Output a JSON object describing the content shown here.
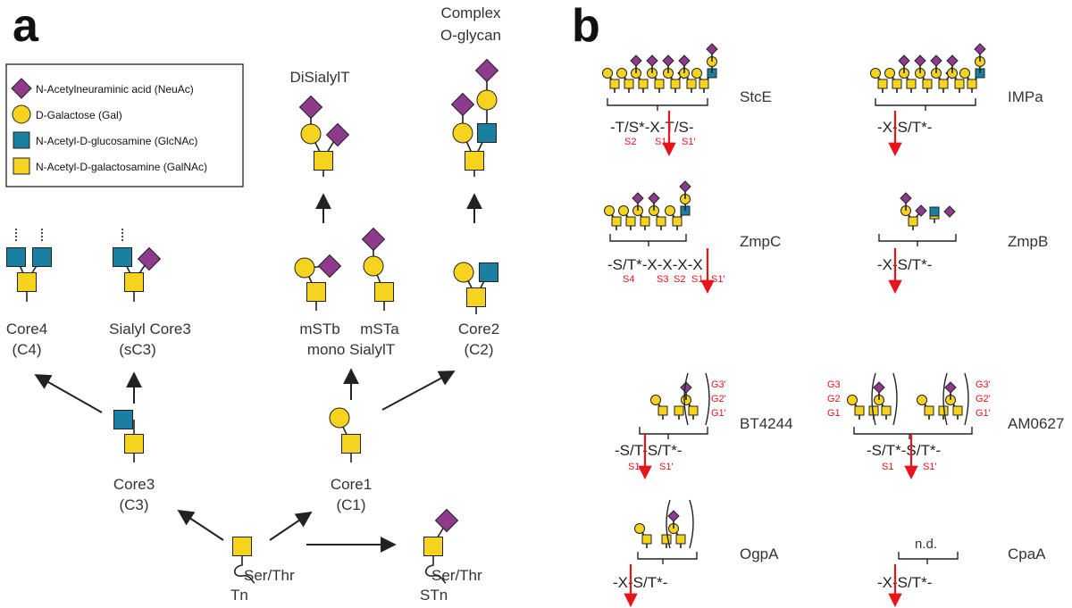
{
  "panels": {
    "a": "a",
    "b": "b"
  },
  "colors": {
    "neuac": "#8e3b8e",
    "gal": "#f5d31f",
    "glcnac": "#1a7fa1",
    "galnac": "#f5d31f",
    "cleavage_arrow": "#e8141c",
    "site_label": "#e8141c",
    "line": "#222222"
  },
  "legend": [
    {
      "symbol": "diamond-icon",
      "label": "N-Acetylneuraminic acid (NeuAc)"
    },
    {
      "symbol": "circle-icon",
      "label": "D-Galactose (Gal)"
    },
    {
      "symbol": "blue-square-icon",
      "label": "N-Acetyl-D-glucosamine (GlcNAc)"
    },
    {
      "symbol": "yellow-square-icon",
      "label": "N-Acetyl-D-galactosamine (GalNAc)"
    }
  ],
  "glycans": {
    "ser_thr": "Ser/Thr",
    "tn": "Tn",
    "stn": "STn",
    "core3": [
      "Core3",
      "(C3)"
    ],
    "core1": [
      "Core1",
      "(C1)"
    ],
    "core4": [
      "Core4",
      "(C4)"
    ],
    "sialyl_core3": [
      "Sialyl Core3",
      "(sC3)"
    ],
    "mono_sialylt": [
      "mSTb",
      "mSTa",
      "mono SialylT"
    ],
    "core2": [
      "Core2",
      "(C2)"
    ],
    "disialylt": "DiSialylT",
    "complex": [
      "Complex",
      "O-glycan"
    ]
  },
  "enzymes": {
    "stce": {
      "name": "StcE",
      "seq": "-T/S*-X-T/S-",
      "sites": [
        "S2",
        "S1",
        "S1'"
      ]
    },
    "impa": {
      "name": "IMPa",
      "seq": "-X-S/T*-",
      "sites": []
    },
    "zmpc": {
      "name": "ZmpC",
      "seq": "-S/T*-X-X-X-X",
      "sites": [
        "S4",
        "S3",
        "S2",
        "S1",
        "S1'"
      ]
    },
    "zmpb": {
      "name": "ZmpB",
      "seq": "-X-S/T*-",
      "sites": []
    },
    "bt4244": {
      "name": "BT4244",
      "seq": "-S/T-S/T*-",
      "sites": [
        "S1",
        "S1'"
      ],
      "branch": [
        "G3'",
        "G2'",
        "G1'"
      ]
    },
    "am0627": {
      "name": "AM0627",
      "seq": "-S/T*-S/T*-",
      "sites": [
        "S1",
        "S1'"
      ],
      "branch_left": [
        "G3",
        "G2",
        "G1"
      ],
      "branch_right": [
        "G3'",
        "G2'",
        "G1'"
      ]
    },
    "ogpa": {
      "name": "OgpA",
      "seq": "-X-S/T*-",
      "sites": []
    },
    "cpaa": {
      "name": "CpaA",
      "seq": "-X-S/T*-",
      "sites": [],
      "note": "n.d."
    }
  }
}
